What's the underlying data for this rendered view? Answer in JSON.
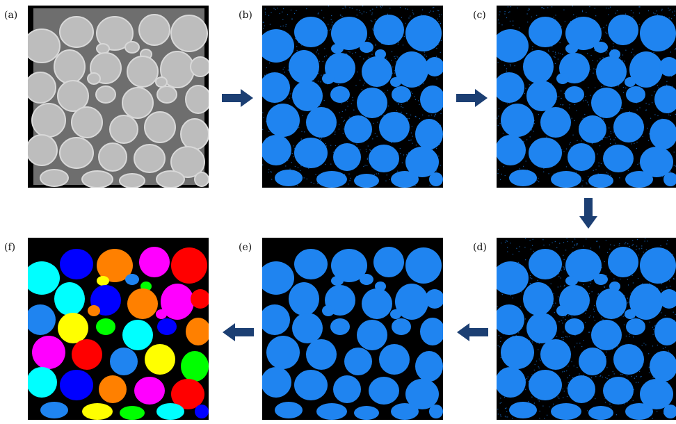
{
  "labels": {
    "a": "(a)",
    "b": "(b)",
    "c": "(c)",
    "d": "(d)",
    "e": "(e)",
    "f": "(f)"
  },
  "colors": {
    "background": "#000000",
    "grain_blue": "#1f84f0",
    "arrow": "#1c3f73",
    "grey_bg": "#6e6e6e",
    "grey_grain": "#bdbdbd"
  },
  "label_palette": [
    "#00ffff",
    "#ff00ff",
    "#ffff00",
    "#0000ff",
    "#ff0000",
    "#00ff00",
    "#ff8000",
    "#1f84f0"
  ]
}
